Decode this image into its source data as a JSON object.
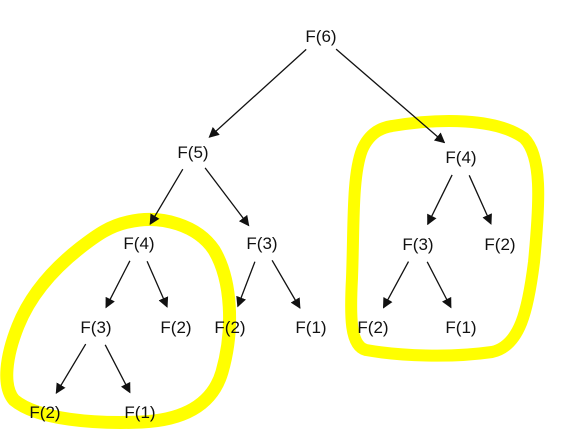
{
  "diagram": {
    "nodes": [
      {
        "id": "n1",
        "label": "F(6)"
      },
      {
        "id": "n2",
        "label": "F(5)"
      },
      {
        "id": "n3",
        "label": "F(4)"
      },
      {
        "id": "n4",
        "label": "F(4)"
      },
      {
        "id": "n5",
        "label": "F(3)"
      },
      {
        "id": "n6",
        "label": "F(3)"
      },
      {
        "id": "n7",
        "label": "F(2)"
      },
      {
        "id": "n8",
        "label": "F(3)"
      },
      {
        "id": "n9",
        "label": "F(2)"
      },
      {
        "id": "n10",
        "label": "F(2)"
      },
      {
        "id": "n11",
        "label": "F(1)"
      },
      {
        "id": "n12",
        "label": "F(2)"
      },
      {
        "id": "n13",
        "label": "F(1)"
      },
      {
        "id": "n14",
        "label": "F(2)"
      },
      {
        "id": "n15",
        "label": "F(1)"
      }
    ],
    "edges": [
      {
        "from": "n1",
        "to": "n2"
      },
      {
        "from": "n1",
        "to": "n3"
      },
      {
        "from": "n2",
        "to": "n4"
      },
      {
        "from": "n2",
        "to": "n5"
      },
      {
        "from": "n3",
        "to": "n6"
      },
      {
        "from": "n3",
        "to": "n7"
      },
      {
        "from": "n4",
        "to": "n8"
      },
      {
        "from": "n4",
        "to": "n9"
      },
      {
        "from": "n5",
        "to": "n10"
      },
      {
        "from": "n5",
        "to": "n11"
      },
      {
        "from": "n6",
        "to": "n12"
      },
      {
        "from": "n6",
        "to": "n13"
      },
      {
        "from": "n8",
        "to": "n14"
      },
      {
        "from": "n8",
        "to": "n15"
      }
    ],
    "highlighted_subtrees": [
      "n4",
      "n3"
    ],
    "colors": {
      "highlight": "#ffff00",
      "edge": "#111111",
      "text": "#111111"
    }
  }
}
